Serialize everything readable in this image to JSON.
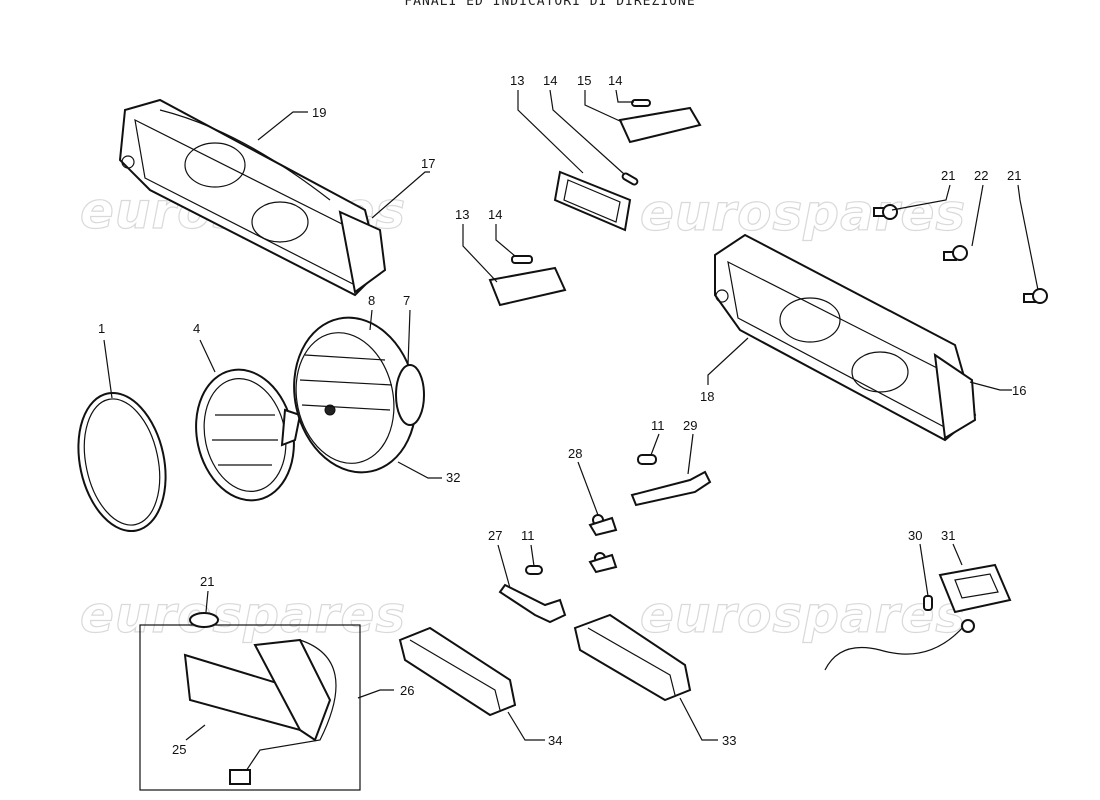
{
  "title": "FANALI ED INDICATORI DI DIREZIONE",
  "watermark": "eurospares",
  "labels": {
    "l1": "1",
    "l4": "4",
    "l7": "7",
    "l8": "8",
    "l11a": "11",
    "l11b": "11",
    "l13a": "13",
    "l13b": "13",
    "l14a": "14",
    "l14b": "14",
    "l14c": "14",
    "l15": "15",
    "l16": "16",
    "l17": "17",
    "l18": "18",
    "l19": "19",
    "l21a": "21",
    "l21b": "21",
    "l21c": "21",
    "l22": "22",
    "l25": "25",
    "l26": "26",
    "l27": "27",
    "l28": "28",
    "l29": "29",
    "l30": "30",
    "l31": "31",
    "l32": "32",
    "l33": "33",
    "l34": "34"
  }
}
